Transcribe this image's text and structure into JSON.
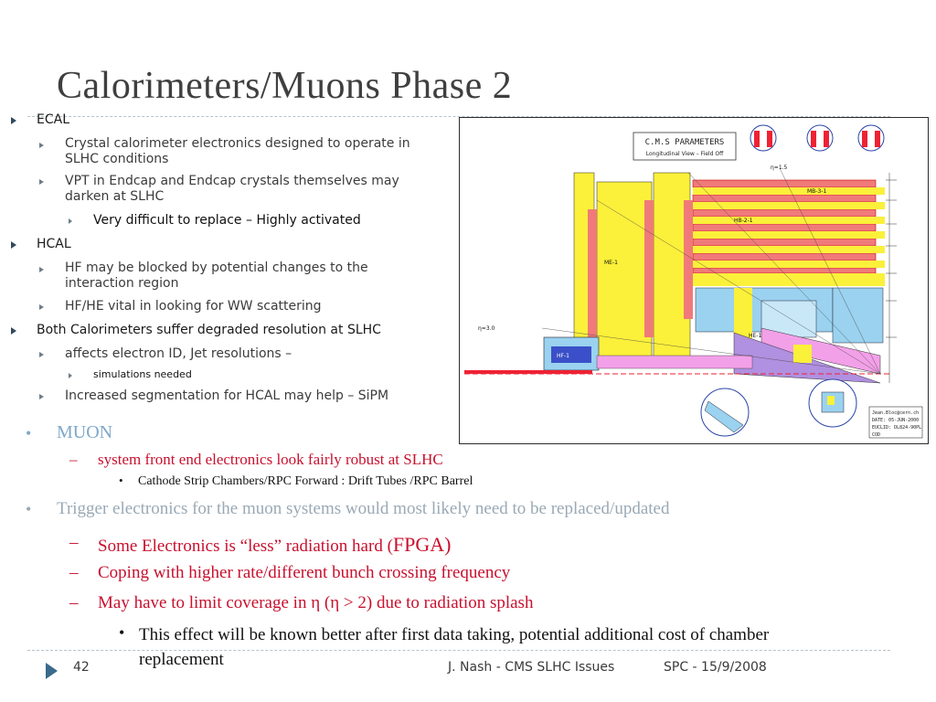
{
  "title": "Calorimeters/Muons Phase 2",
  "ecal": {
    "heading": "ECAL",
    "items": [
      "Crystal calorimeter electronics designed to operate in SLHC conditions",
      "VPT in Endcap and Endcap crystals themselves may darken at SLHC"
    ],
    "sub_item": "Very difficult to replace – Highly activated"
  },
  "hcal": {
    "heading": "HCAL",
    "items": [
      "HF may be blocked by potential changes to the interaction region",
      "HF/HE vital in looking for WW scattering"
    ]
  },
  "both": {
    "heading": "Both Calorimeters suffer degraded resolution at SLHC",
    "item1": "affects electron ID, Jet resolutions –",
    "item1_sub": "simulations needed",
    "item2": "Increased segmentation for HCAL may help – SiPM"
  },
  "muon": {
    "bullet": "•",
    "heading": "MUON",
    "dash": "–",
    "item": "system front end electronics look fairly robust at SLHC",
    "sub": "Cathode Strip Chambers/RPC Forward : Drift Tubes /RPC Barrel"
  },
  "trigger": {
    "bullet": "•",
    "heading": "Trigger electronics for the muon systems would most likely need to be replaced/updated",
    "dash": "–",
    "item1_a": "Some Electronics is “less” radiation hard  (",
    "item1_b": "FPGA)",
    "item2": "Coping with higher rate/different bunch crossing frequency",
    "item3": "May have to limit coverage in η (η > 2) due to radiation splash",
    "sub": "This effect will be known better after first data taking, potential additional cost of chamber replacement"
  },
  "diagram": {
    "heading": "C.M.S PARAMETERS",
    "subheading": "Longitudinal View – Field Off",
    "labels": [
      "η=1.5",
      "η=3.0",
      "HF-1",
      "HE-1",
      "HB-2-1",
      "MB-3-1",
      "ME-1"
    ],
    "stamp_lines": [
      "Jean.Bloc@cern.ch",
      "DATE: 05-JUN-2000",
      "EUCLID: DL824-90PL",
      "COD"
    ]
  },
  "footer": {
    "page": "42",
    "author": "J. Nash - CMS SLHC Issues",
    "event": "SPC - 15/9/2008"
  },
  "colors": {
    "muon_heading": "#7fa8c8",
    "red_text": "#c8102e",
    "gray_text": "#9aa9b5"
  }
}
